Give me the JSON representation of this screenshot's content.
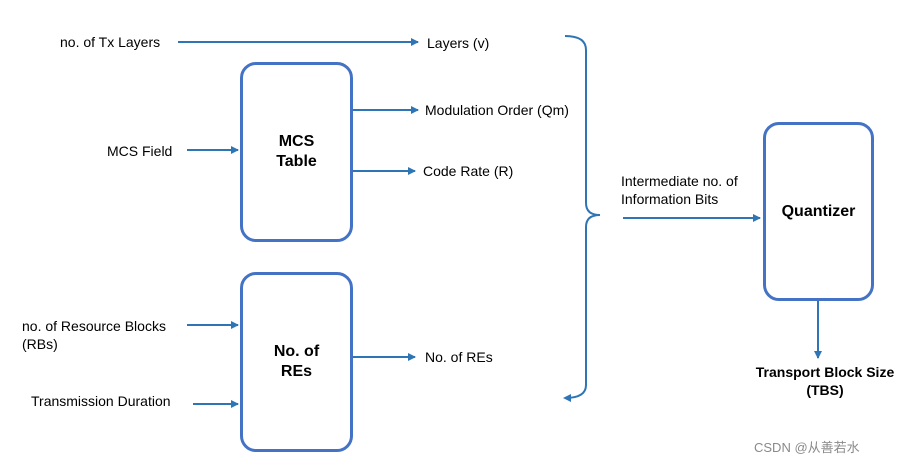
{
  "inputs": {
    "tx_layers": "no. of Tx Layers",
    "mcs_field": "MCS Field",
    "resource_blocks_line1": "no. of Resource Blocks",
    "resource_blocks_line2": "(RBs)",
    "transmission_duration": "Transmission Duration"
  },
  "boxes": {
    "mcs_table": "MCS\nTable",
    "no_of_res": "No. of\nREs",
    "quantizer": "Quantizer"
  },
  "outputs": {
    "layers": "Layers (v)",
    "modulation_order": "Modulation Order (Qm)",
    "code_rate": "Code Rate (R)",
    "no_of_res": "No. of REs"
  },
  "intermediate": {
    "line1": "Intermediate no. of",
    "line2": "Information Bits"
  },
  "result": {
    "line1": "Transport Block Size",
    "line2": "(TBS)"
  },
  "watermark": "CSDN @从善若水",
  "colors": {
    "box_border": "#4472C4",
    "arrow": "#2E75B6"
  }
}
